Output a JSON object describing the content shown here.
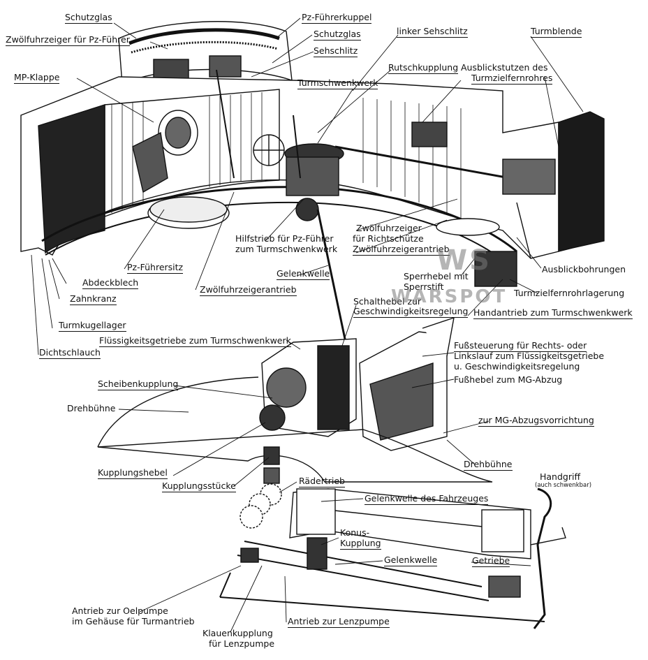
{
  "labels": {
    "schutzglas_top": "Schutzglas",
    "zwoelf_pz": "Zwölfuhrzeiger für Pz-Führer",
    "pz_fuehrerkuppel": "Pz-Führerkuppel",
    "schutzglas_2": "Schutzglas",
    "linker_sehschlitz": "linker Sehschlitz",
    "turmblende": "Turmblende",
    "sehschlitz": "Sehschlitz",
    "mp_klappe": "MP-Klappe",
    "rutschkupplung": "Rutschkupplung",
    "ausblick_1": "Ausblickstutzen des",
    "ausblick_2": "Turmzielfernrohres",
    "turmschwenkwerk": "Turmschwenkwerk",
    "zwoelf_richt_1": "Zwölfuhrzeiger",
    "zwoelf_richt_2": "für Richtschütze",
    "hilfstrieb_1": "Hilfstrieb für Pz-Führer",
    "hilfstrieb_2": "zum Turmschwenkwerk",
    "zwoelf_antrieb_r": "Zwölfuhrzeigerantrieb",
    "pz_fuehrersitz": "Pz-Führersitz",
    "gelenkwelle_top": "Gelenkwelle",
    "ausblickbohrungen": "Ausblickbohrungen",
    "sperrhebel_1": "Sperrhebel mit",
    "sperrhebel_2": "Sperrstift",
    "abdeckblech": "Abdeckblech",
    "zwoelf_antrieb_l": "Zwölfuhrzeigerantrieb",
    "turmziel_lager": "Turmzielfernrohrlagerung",
    "zahnkranz": "Zahnkranz",
    "schalthebel_1": "Schalthebel zur",
    "schalthebel_2": "Geschwindigkeitsregelung",
    "handantrieb": "Handantrieb zum Turmschwenkwerk",
    "turmkugellager": "Turmkugellager",
    "fluessig": "Flüssigkeitsgetriebe zum Turmschwenkwerk",
    "fuss_1": "Fußsteuerung für Rechts- oder",
    "fuss_2": "Linkslauf zum Flüssigkeitsgetriebe",
    "fuss_3": "u. Geschwindigkeitsregelung",
    "dichtschlauch": "Dichtschlauch",
    "fusshebel_mg": "Fußhebel zum MG-Abzug",
    "scheibenkupplung": "Scheibenkupplung",
    "drehbuehne_1": "Drehbühne",
    "mg_abzug": "zur MG-Abzugsvorrichtung",
    "kupplungshebel": "Kupplungshebel",
    "drehbuehne_2": "Drehbühne",
    "handgriff": "Handgriff",
    "handgriff_note": "(auch schwenkbar)",
    "kupplungsstuecke": "Kupplungsstücke",
    "raedertrieb": "Rädertrieb",
    "gelenkwelle_fzg": "Gelenkwelle des Fahrzeuges",
    "konus_1": "Konus-",
    "konus_2": "Kupplung",
    "gelenkwelle_bottom": "Gelenkwelle",
    "getriebe": "Getriebe",
    "oelpumpe_1": "Antrieb zur Oelpumpe",
    "oelpumpe_2": "im Gehäuse für Turmantrieb",
    "lenzpumpe": "Antrieb zur Lenzpumpe",
    "klauen_1": "Klauenkupplung",
    "klauen_2": "für Lenzpumpe"
  },
  "watermark": {
    "logo": "WS",
    "text": "WARSPOT"
  },
  "colors": {
    "ink": "#111111",
    "paper": "#ffffff",
    "watermark": "#8a8a8a"
  }
}
